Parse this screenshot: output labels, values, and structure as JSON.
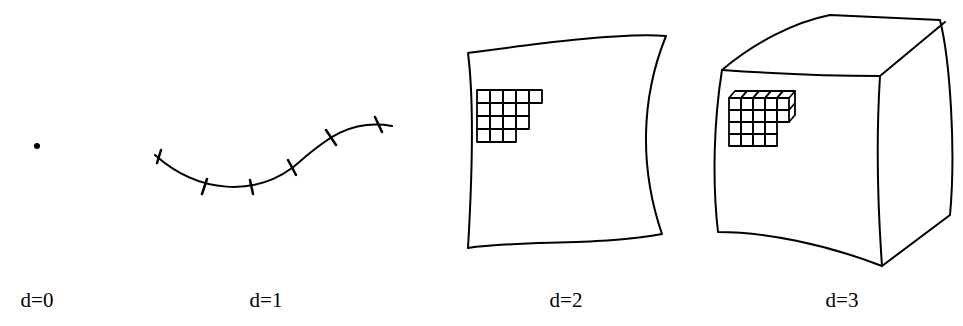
{
  "diagram": {
    "labels": [
      "d=0",
      "d=1",
      "d=2",
      "d=3"
    ]
  }
}
